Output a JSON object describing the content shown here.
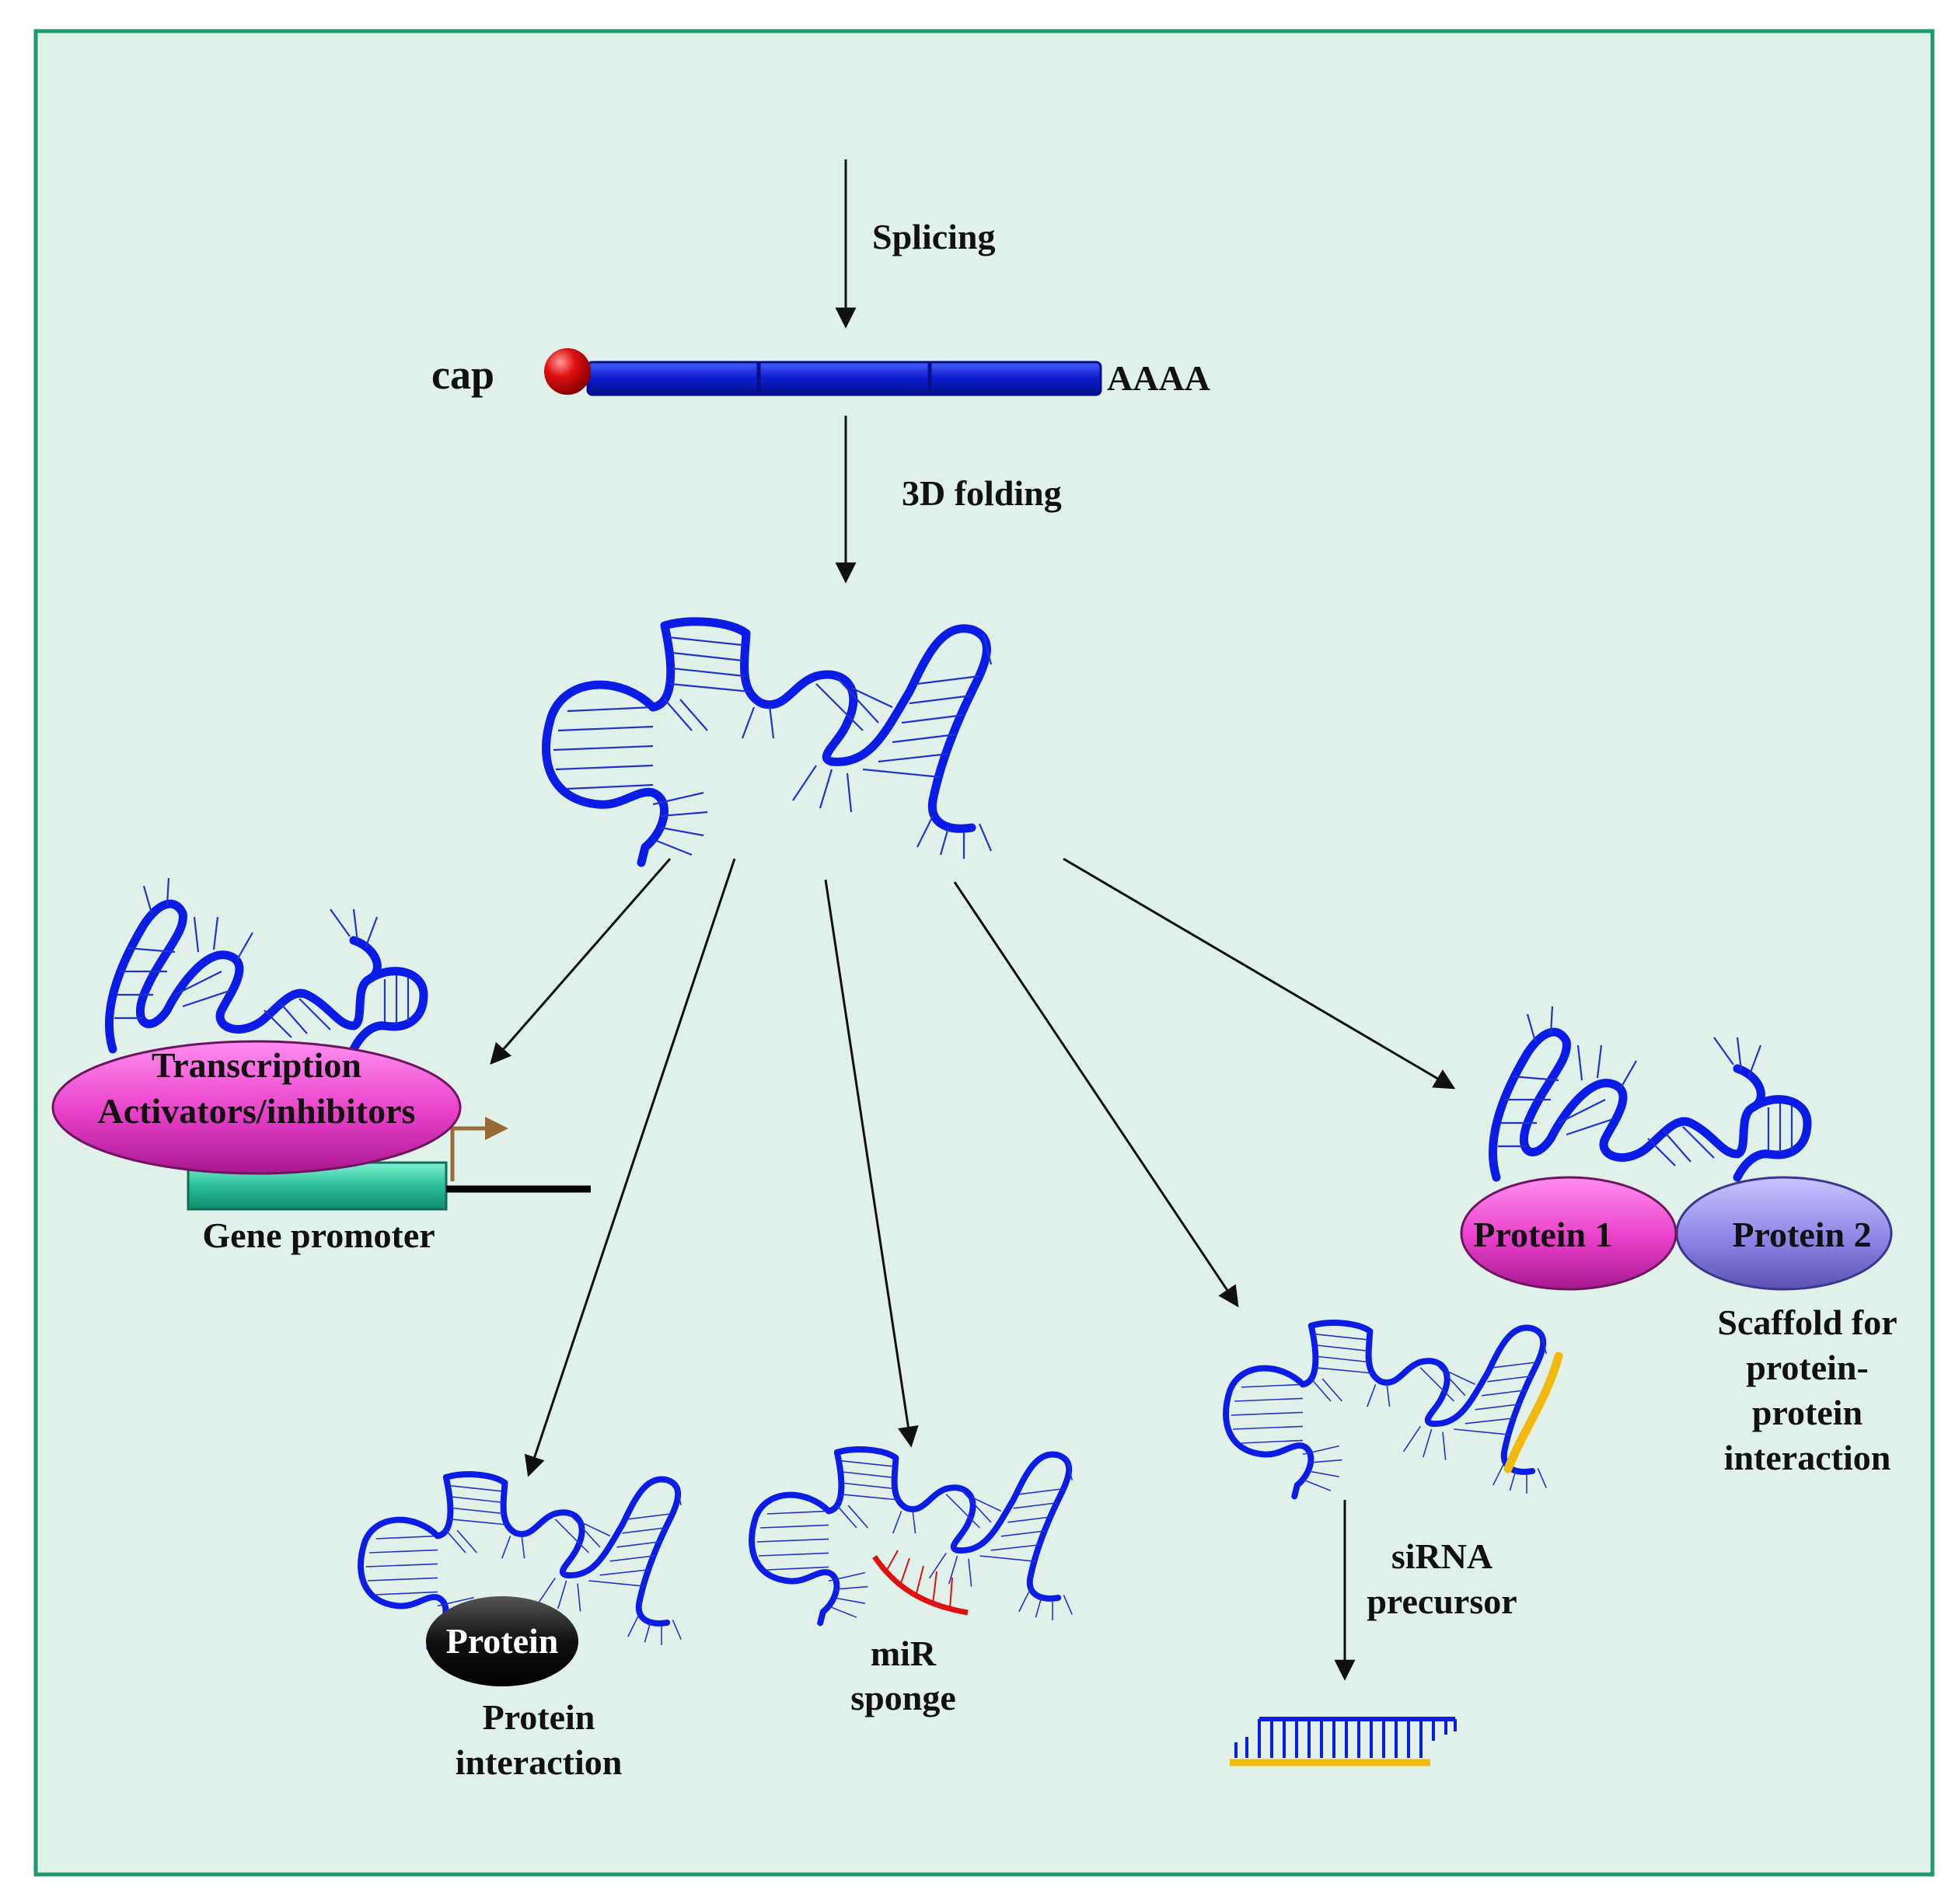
{
  "steps": {
    "splicing": "Splicing",
    "folding": "3D folding"
  },
  "transcript": {
    "cap_label": "cap",
    "polya_label": "AAAA"
  },
  "functions": {
    "transcription": {
      "line1": "Transcription",
      "line2": "Activators/inhibitors",
      "promoter_label": "Gene promoter"
    },
    "protein_interaction": {
      "protein_label": "Protein",
      "line1": "Protein",
      "line2": "interaction"
    },
    "mir_sponge": {
      "line1": "miR",
      "line2": "sponge"
    },
    "sirna": {
      "line1": "siRNA",
      "line2": "precursor"
    },
    "scaffold": {
      "protein1": "Protein 1",
      "protein2": "Protein 2",
      "line1": "Scaffold for",
      "line2": "protein-",
      "line3": "protein",
      "line4": "interaction"
    }
  },
  "colors": {
    "background": "#dff1e8",
    "border": "#1f9a6a",
    "rna": "#0a1ce6",
    "cap": "#e01010",
    "transcription_factor": "#e83fc8",
    "promoter": "#2bbf99",
    "protein1": "#e83fc8",
    "protein2": "#8d86e6",
    "mirna": "#e01010",
    "sirna_strand": "#f2b90f",
    "tss_arrow": "#9a6a3a"
  }
}
